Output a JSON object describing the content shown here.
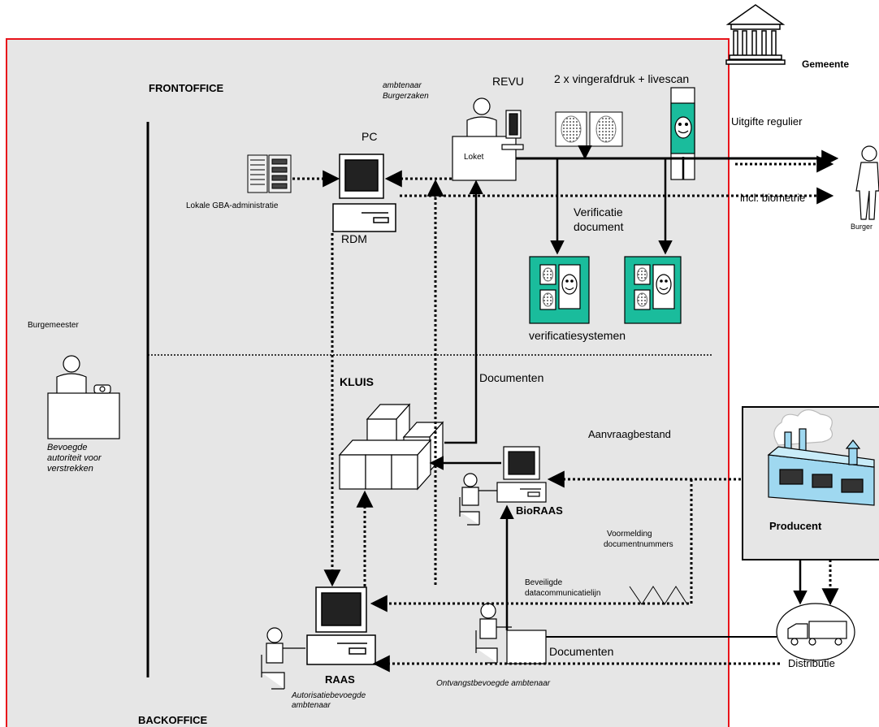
{
  "labels": {
    "gemeente": "Gemeente",
    "frontoffice": "FRONTOFFICE",
    "backoffice": "BACKOFFICE",
    "ambtenaar_line1": "ambtenaar",
    "ambtenaar_line2": "Burgerzaken",
    "revu": "REVU",
    "vingerafdruk": "2 x vingerafdruk + livescan",
    "uitgifte": "Uitgifte regulier",
    "incl_biometrie": "incl. biometrie",
    "burger": "Burger",
    "pc": "PC",
    "loket": "Loket",
    "lokale_gba": "Lokale GBA-administratie",
    "rdm": "RDM",
    "verificatie_line1": "Verificatie",
    "verificatie_line2": "document",
    "verificatiesystemen": "verificatiesystemen",
    "burgemeester": "Burgemeester",
    "bevoegde": "Bevoegde autoriteit voor verstrekken",
    "kluis": "KLUIS",
    "documenten_top": "Documenten",
    "aanvraagbestand": "Aanvraagbestand",
    "bioraas": "BioRAAS",
    "producent": "Producent",
    "voormelding_line1": "Voormelding",
    "voormelding_line2": "documentnummers",
    "beveiligde_line1": "Beveiligde",
    "beveiligde_line2": "datacommunicatielijn",
    "documenten_bottom": "Documenten",
    "distributie": "Distributie",
    "raas": "RAAS",
    "autorisatie": "Autorisatiebevoegde ambtenaar",
    "ontvangst": "Ontvangstbevoegde ambtenaar"
  },
  "colors": {
    "panel": "#e6e6e6",
    "border": "#e8141b",
    "verification_green": "#1abc9c",
    "factory": "#9fd8f0"
  }
}
